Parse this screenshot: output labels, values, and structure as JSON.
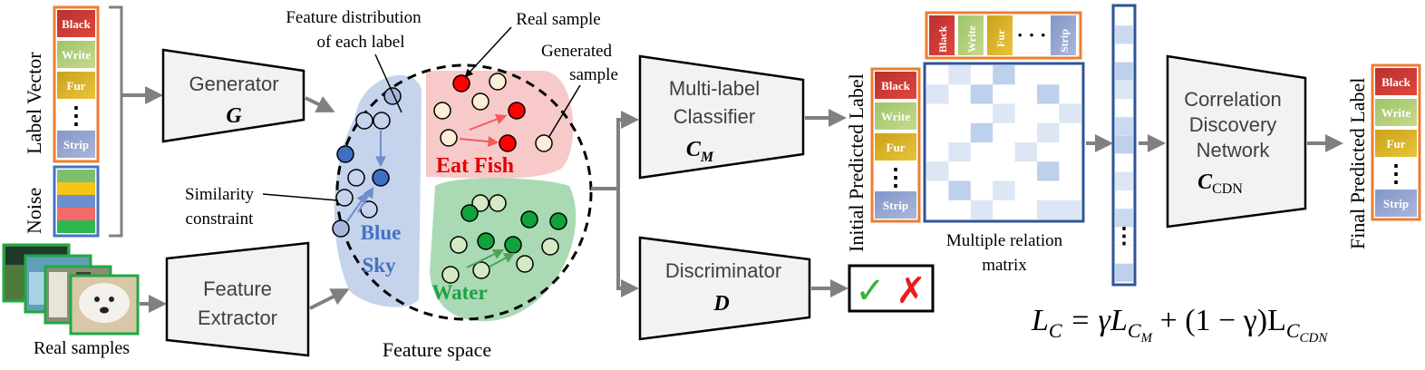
{
  "label_vector": {
    "title": "Label Vector",
    "items": [
      "Black",
      "Write",
      "Fur",
      "Strip"
    ],
    "ellipsis": "⋮"
  },
  "noise": {
    "title": "Noise",
    "colors": [
      "#7CBE6E",
      "#F3C515",
      "#6E8FCE",
      "#F26B6B",
      "#2FB84E"
    ]
  },
  "generator": {
    "name": "Generator",
    "symbol": "G"
  },
  "feature_extractor": {
    "line1": "Feature",
    "line2": "Extractor"
  },
  "real_samples": {
    "caption": "Real samples"
  },
  "feature_space": {
    "caption": "Feature space",
    "distribution_label_line1": "Feature distribution",
    "distribution_label_line2": "of each label",
    "real_sample_label": "Real sample",
    "generated_label_line1": "Generated",
    "generated_label_line2": "sample",
    "similarity_line1": "Similarity",
    "similarity_line2": "constraint",
    "clusters": [
      {
        "label_line1": "Blue",
        "label_line2": "Sky",
        "fill": "#C5D4EC",
        "text_color": "#4472C4"
      },
      {
        "label_line1": "Eat Fish",
        "label_line2": "",
        "fill": "#F8C9C9",
        "text_color": "#E00000"
      },
      {
        "label_line1": "Water",
        "label_line2": "",
        "fill": "#A9DAB4",
        "text_color": "#1FA046"
      }
    ]
  },
  "classifier": {
    "line1": "Multi-label",
    "line2": "Classifier",
    "symbol": "C",
    "subscript": "M"
  },
  "discriminator": {
    "name": "Discriminator",
    "symbol": "D",
    "check": "✓",
    "cross": "✗"
  },
  "initial_label": {
    "title": "Initial Predicted Label",
    "items": [
      "Black",
      "Write",
      "Fur",
      "Strip"
    ],
    "ellipsis": "⋮"
  },
  "top_labels": {
    "items": [
      "Black",
      "Write",
      "Fur",
      "Strip"
    ],
    "ellipsis": "· · ·"
  },
  "relation_matrix": {
    "caption_line1": "Multiple relation",
    "caption_line2": "matrix"
  },
  "vector_column": {
    "ellipsis": "⋮"
  },
  "cdn": {
    "line1": "Correlation",
    "line2": "Discovery",
    "line3": "Network",
    "symbol": "C",
    "subscript": "CDN"
  },
  "final_label": {
    "title": "Final Predicted Label",
    "items": [
      "Black",
      "Write",
      "Fur",
      "Strip"
    ],
    "ellipsis": "⋮"
  },
  "loss": {
    "lhs": "L",
    "lhs_sub": "C",
    "eq": " = γL",
    "t1_sub": "C",
    "t1_subsub": "M",
    "mid": " + (1 − γ)L",
    "t2_sub": "C",
    "t2_subsub": "CDN"
  },
  "colors": {
    "label_border": "#ED7D31",
    "vector_border": "#4472C4",
    "block_fill": "#F2F2F2",
    "arrow": "#808080",
    "sample_border": "#22A844"
  }
}
